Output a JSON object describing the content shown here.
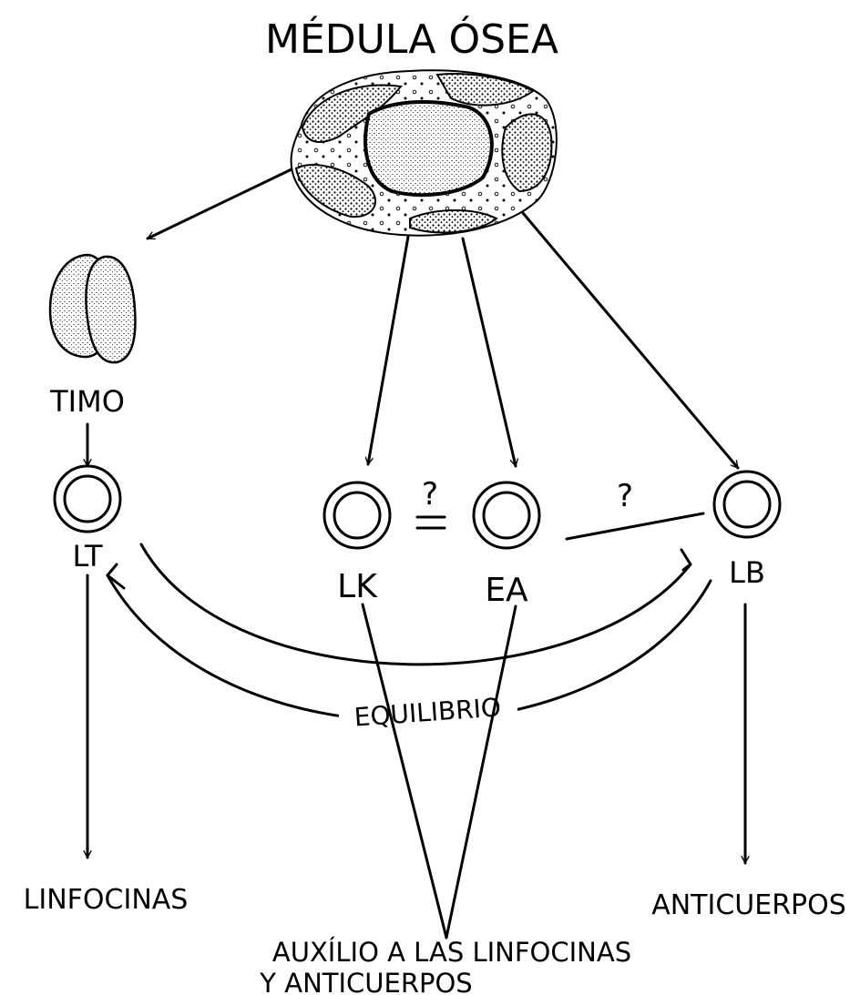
{
  "labels": {
    "title": "MÉDULA ÓSEA",
    "timo": "TIMO",
    "lt": "LT",
    "lk": "LK",
    "ea": "EA",
    "lb": "LB",
    "q1": "?",
    "q2": "?",
    "equilibrio": "EQUILIBRIO",
    "linfocinas": "LINFOCINAS",
    "anticuerpos": "ANTICUERPOS",
    "auxilio_line1": "AUXÍLIO A LAS LINFOCINAS",
    "auxilio_line2": "Y ANTICUERPOS"
  }
}
